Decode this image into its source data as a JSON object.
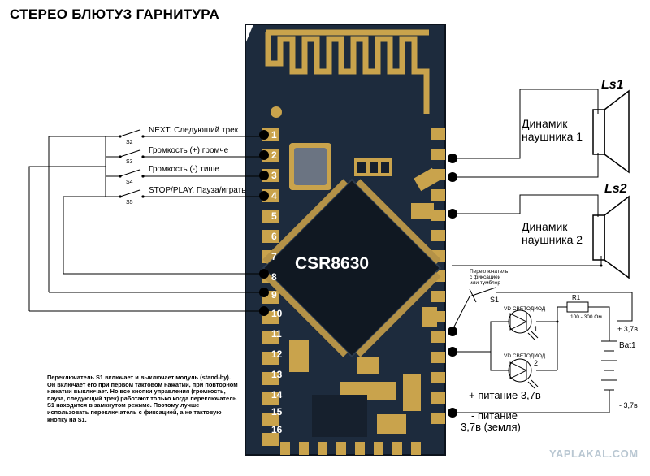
{
  "title": "СТЕРЕО БЛЮТУЗ ГАРНИТУРА",
  "chip_label": "CSR8630",
  "buttons": [
    {
      "switch": "S2",
      "label": "NEXT. Следующий трек"
    },
    {
      "switch": "S3",
      "label": "Громкость (+) громче"
    },
    {
      "switch": "S4",
      "label": "Громкость (-) тише"
    },
    {
      "switch": "S5",
      "label": "STOP/PLAY. Пауза/играть"
    }
  ],
  "pins": [
    "1",
    "2",
    "3",
    "4",
    "5",
    "6",
    "7",
    "8",
    "9",
    "10",
    "11",
    "12",
    "13",
    "14",
    "15",
    "16"
  ],
  "speaker1": {
    "name": "Ls1",
    "line1": "Динамик",
    "line2": "наушника 1"
  },
  "speaker2": {
    "name": "Ls2",
    "line1": "Динамик",
    "line2": "наушника 2"
  },
  "switch_s1": {
    "note_line1": "Переключатель",
    "note_line2": "с фиксацией",
    "note_line3": "или тумблер",
    "name": "S1"
  },
  "led1": {
    "label": "VD СВЕТОДИОД",
    "number": "1"
  },
  "led2": {
    "label": "VD СВЕТОДИОД",
    "number": "2"
  },
  "resistor": {
    "name": "R1",
    "value": "100 - 300 Ом"
  },
  "battery": {
    "name": "Bat1",
    "plus": "+ 3,7в",
    "minus": "- 3,7в"
  },
  "power_plus": "+ питание 3,7в",
  "power_minus_line1": "- питание",
  "power_minus_line2": "3,7в (земля)",
  "note": "Переключатель S1 включает и выключает модуль (stand-by). Он включает его при первом тактовом нажатии, при повторном нажатии выключает. Но все кнопки управления (громкость, пауза, следующий трек) работают только когда переключатель S1 находится в замкнутом режиме. Поэтому лучше использовать переключатель с фиксацией, а не тактовую кнопку на S1.",
  "watermark": "YAPLAKAL.COM",
  "colors": {
    "board": "#1c2a3c",
    "board_dark": "#121c2a",
    "pad": "#c8a24a",
    "chip": "#0f1620"
  }
}
